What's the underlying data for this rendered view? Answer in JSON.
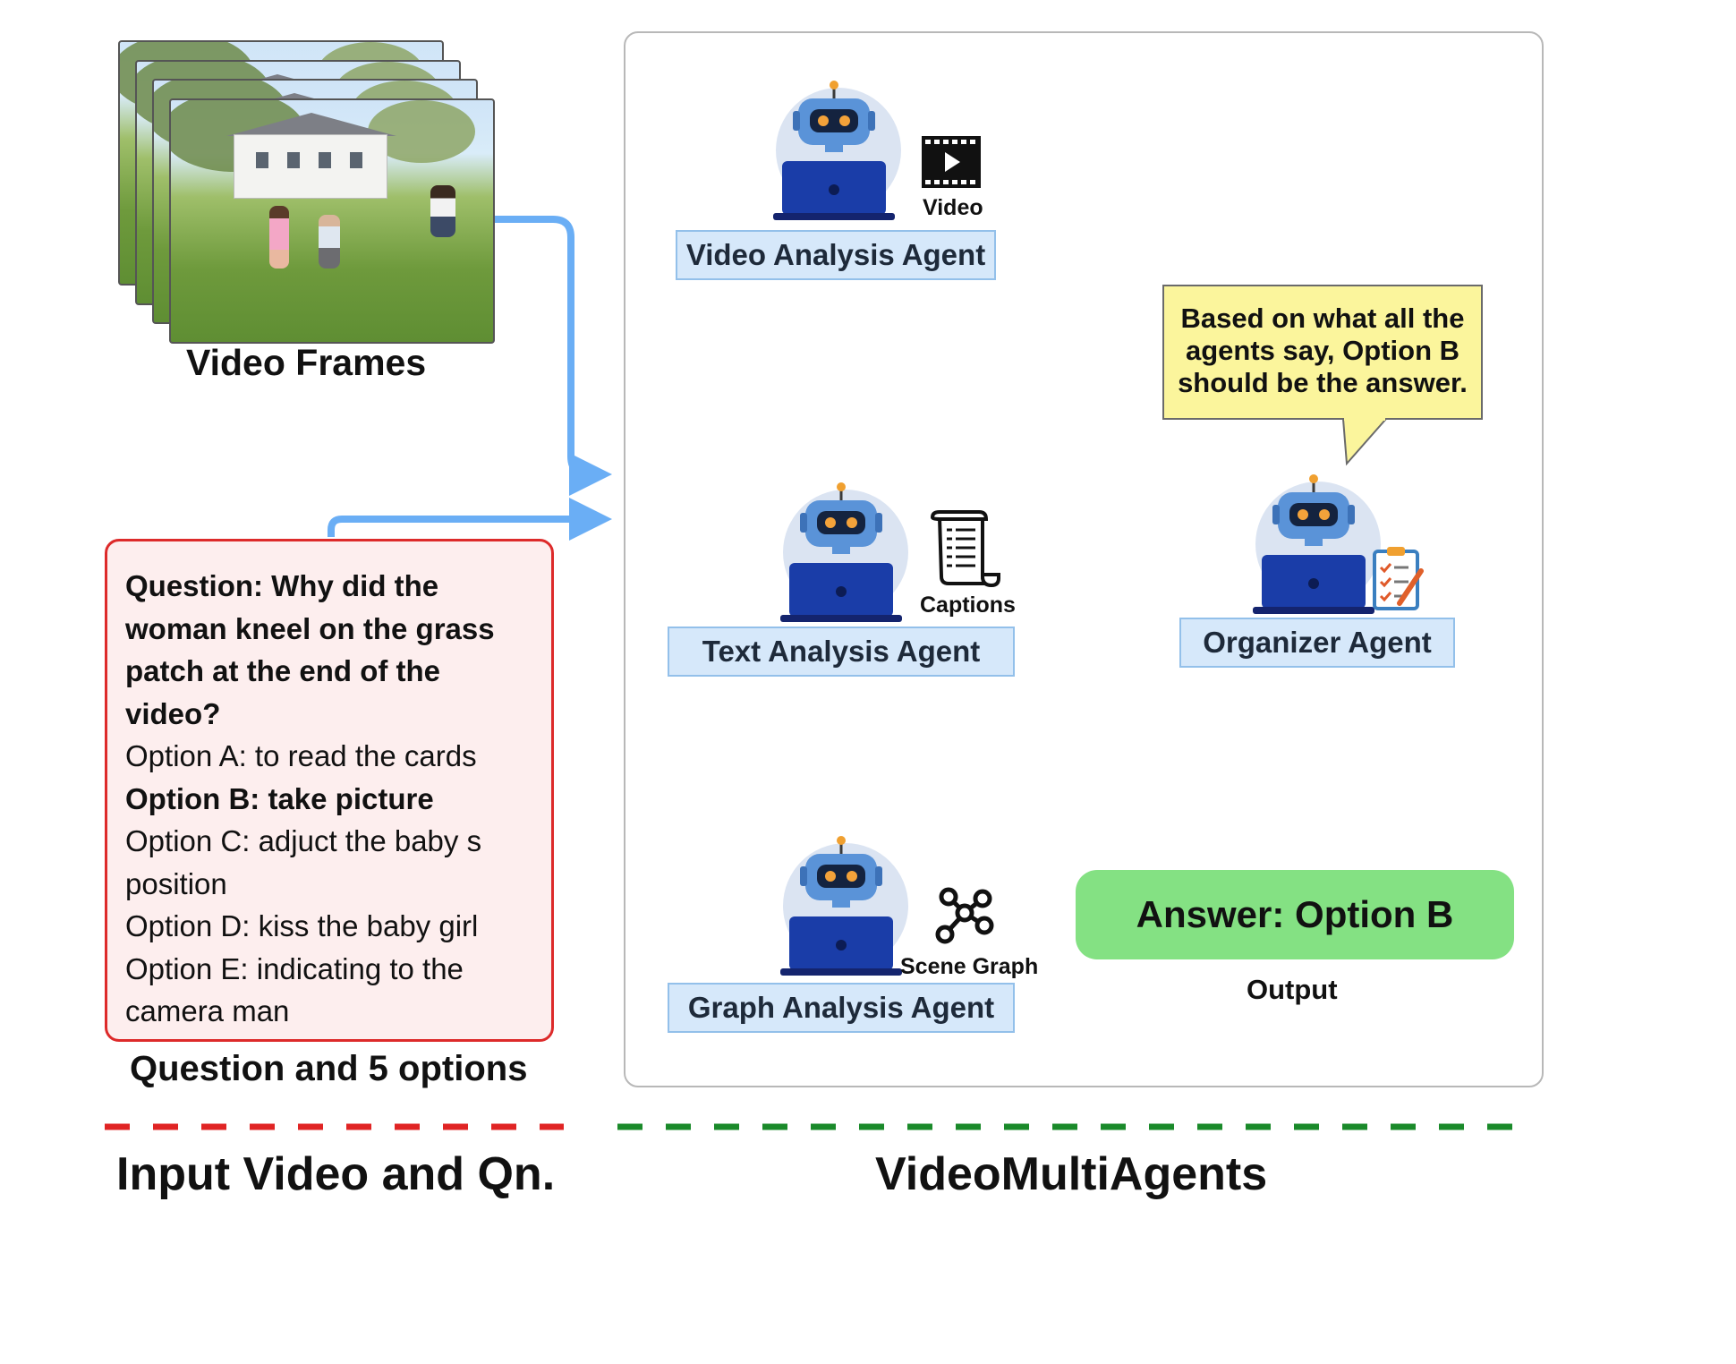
{
  "input_section": {
    "video_frames_label": "Video Frames",
    "question_box": {
      "lines": [
        {
          "text": "Question: Why did the",
          "bold": true
        },
        {
          "text": "woman kneel on the grass",
          "bold": true
        },
        {
          "text": "patch at the end of the",
          "bold": true
        },
        {
          "text": "video?",
          "bold": true
        },
        {
          "text": "Option A: to read the cards",
          "bold": false
        },
        {
          "text": "Option B: take picture",
          "bold": true
        },
        {
          "text": "Option C: adjuct the baby s",
          "bold": false
        },
        {
          "text": "position",
          "bold": false
        },
        {
          "text": "Option D: kiss the baby girl",
          "bold": false
        },
        {
          "text": "Option E: indicating to the",
          "bold": false
        },
        {
          "text": "camera man",
          "bold": false
        }
      ]
    },
    "question_caption": "Question and 5 options",
    "section_title": "Input Video and Qn."
  },
  "agents_section": {
    "video_agent": {
      "label": "Video Analysis Agent",
      "modality": "Video"
    },
    "text_agent": {
      "label": "Text Analysis Agent",
      "modality": "Captions"
    },
    "graph_agent": {
      "label": "Graph Analysis Agent",
      "modality": "Scene Graph"
    },
    "organizer_agent": {
      "label": "Organizer Agent"
    },
    "speech_bubble": "Based on what all the agents say, Option B should be the answer.",
    "answer": "Answer: Option B",
    "output_label": "Output",
    "section_title": "VideoMultiAgents"
  },
  "colors": {
    "input_arrow": "#6aaef5",
    "agent_arrow": "#fcd95a",
    "input_divider": "#e02424",
    "agents_divider": "#1a8a2a",
    "answer_bg": "#84e183",
    "bubble_bg": "#fbf59c",
    "question_border": "#dd2a2a"
  },
  "icons": [
    "robot-icon",
    "film-icon",
    "scroll-icon",
    "graph-icon",
    "clipboard-icon"
  ]
}
